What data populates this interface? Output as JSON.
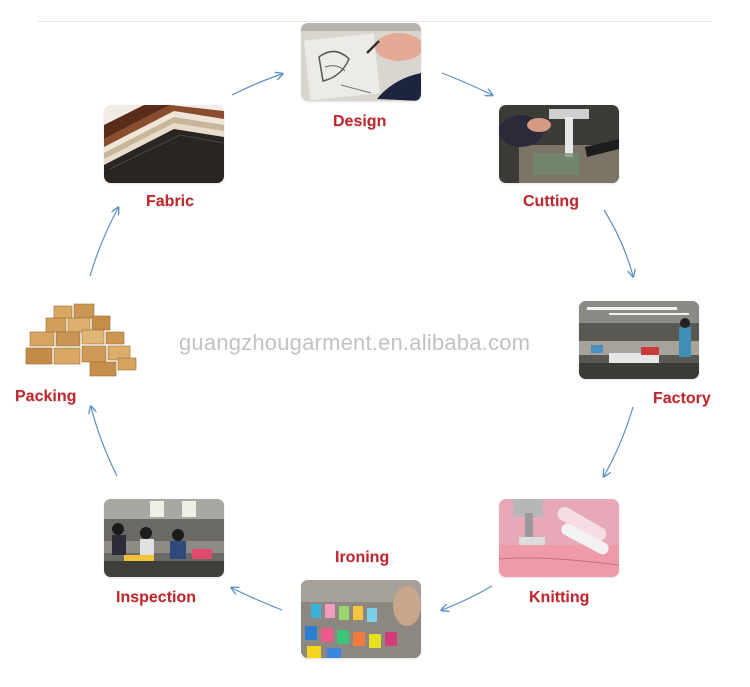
{
  "watermark": "guangzhougarment.en.alibaba.com",
  "colors": {
    "label": "#c0262d",
    "arrow": "#5b8fc4",
    "watermark": "#c2c2c2"
  },
  "steps": [
    {
      "id": "design",
      "label": "Design",
      "icon": "sketch-drawing-icon"
    },
    {
      "id": "cutting",
      "label": "Cutting",
      "icon": "cutting-machine-icon"
    },
    {
      "id": "factory",
      "label": "Factory",
      "icon": "factory-floor-icon"
    },
    {
      "id": "knitting",
      "label": "Knitting",
      "icon": "sewing-machine-icon"
    },
    {
      "id": "ironing",
      "label": "Ironing",
      "icon": "colorful-fabric-swatches-icon"
    },
    {
      "id": "inspection",
      "label": "Inspection",
      "icon": "inspection-workers-icon"
    },
    {
      "id": "packing",
      "label": "Packing",
      "icon": "cardboard-boxes-icon"
    },
    {
      "id": "fabric",
      "label": "Fabric",
      "icon": "fabric-stack-icon"
    }
  ]
}
